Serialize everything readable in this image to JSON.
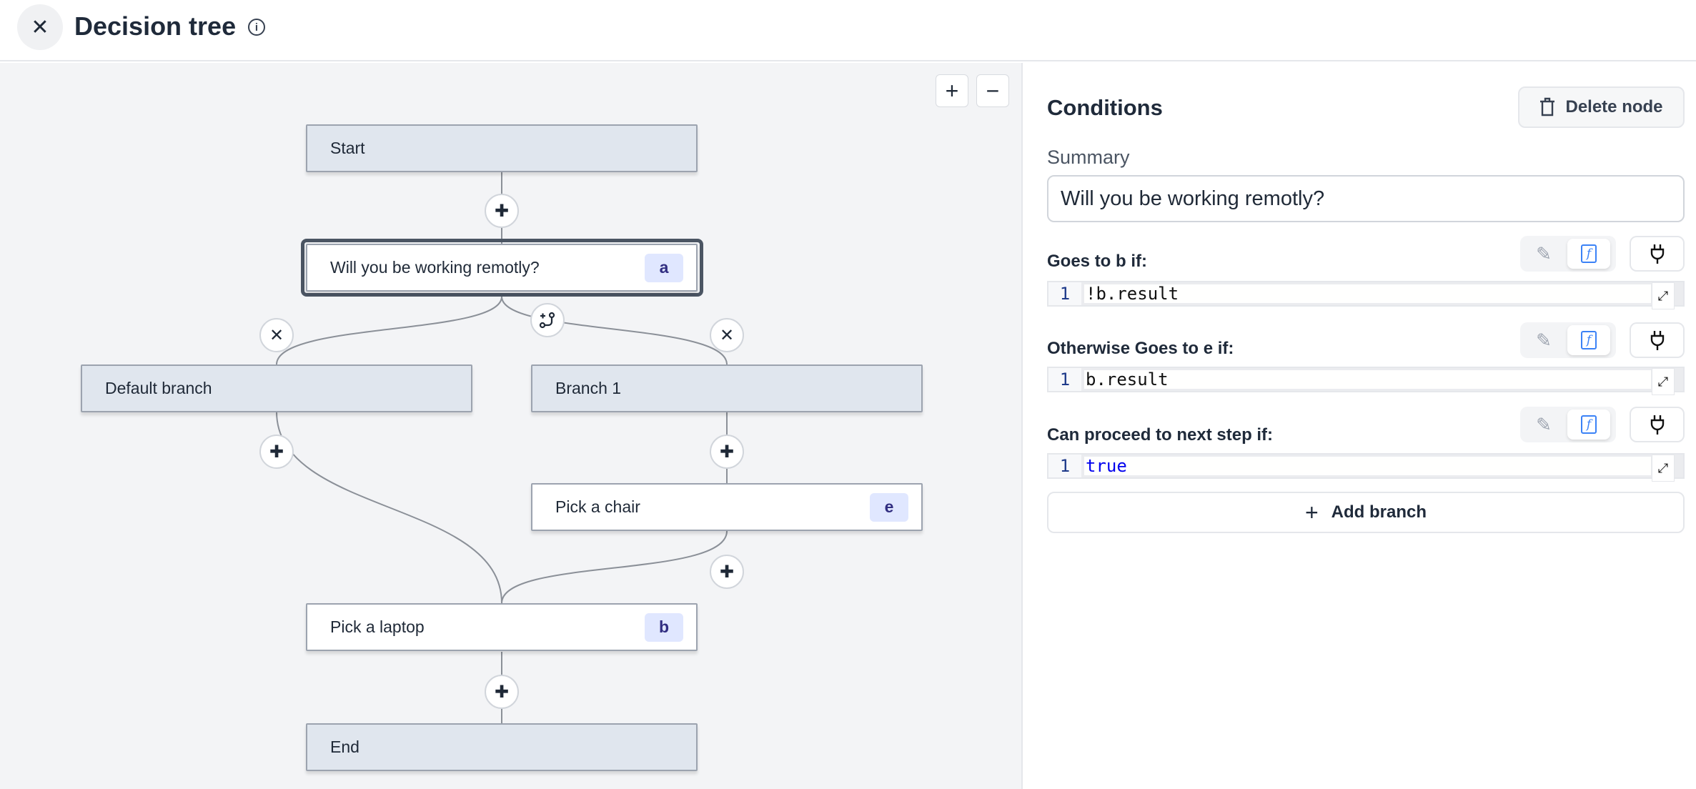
{
  "header": {
    "title": "Decision tree",
    "close_icon": "close-icon",
    "info_icon": "info-icon"
  },
  "canvas": {
    "zoom_in": "+",
    "zoom_out": "−",
    "nodes": {
      "start": {
        "label": "Start"
      },
      "question": {
        "label": "Will you be working remotly?",
        "badge": "a"
      },
      "default_branch": {
        "label": "Default branch"
      },
      "branch1": {
        "label": "Branch 1"
      },
      "chair": {
        "label": "Pick a chair",
        "badge": "e"
      },
      "laptop": {
        "label": "Pick a laptop",
        "badge": "b"
      },
      "end": {
        "label": "End"
      }
    }
  },
  "panel": {
    "title": "Conditions",
    "delete_label": "Delete node",
    "summary_label": "Summary",
    "summary_value": "Will you be working remotly?",
    "conditions": [
      {
        "label": "Goes to b if:",
        "line": "1",
        "code": "!b.result"
      },
      {
        "label": "Otherwise Goes to e if:",
        "line": "1",
        "code": "b.result"
      },
      {
        "label": "Can proceed to next step if:",
        "line": "1",
        "code": "true"
      }
    ],
    "add_branch_label": "Add branch"
  },
  "colors": {
    "canvas_bg": "#f3f4f6",
    "node_grey": "#e0e6ee",
    "badge_bg": "#e0e7ff",
    "badge_text": "#312e81",
    "accent": "#3b82f6"
  }
}
